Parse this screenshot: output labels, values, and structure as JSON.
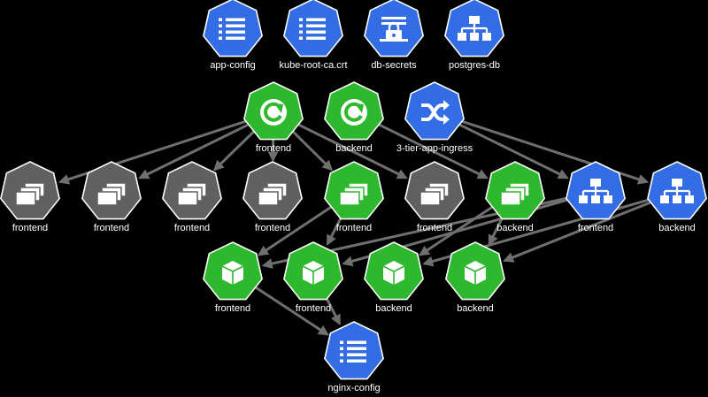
{
  "colors": {
    "background": "#000000",
    "blue": "#326de6",
    "green": "#2db82d",
    "gray": "#606060",
    "edge": "#6f6f6f",
    "label": "#ffffff"
  },
  "nodes": [
    {
      "id": "cm-app-config",
      "label": "app-config",
      "color": "blue",
      "icon": "configmap-icon"
    },
    {
      "id": "cm-kube-root",
      "label": "kube-root-ca.crt",
      "color": "blue",
      "icon": "configmap-icon"
    },
    {
      "id": "secret-db",
      "label": "db-secrets",
      "color": "blue",
      "icon": "secret-lock-icon"
    },
    {
      "id": "svc-postgres",
      "label": "postgres-db",
      "color": "blue",
      "icon": "service-icon"
    },
    {
      "id": "deploy-frontend",
      "label": "frontend",
      "color": "green",
      "icon": "deployment-cycle-icon"
    },
    {
      "id": "deploy-backend",
      "label": "backend",
      "color": "green",
      "icon": "deployment-cycle-icon"
    },
    {
      "id": "ingress-3tier",
      "label": "3-tier-app-ingress",
      "color": "blue",
      "icon": "ingress-shuffle-icon"
    },
    {
      "id": "rs-frontend-1",
      "label": "frontend",
      "color": "gray",
      "icon": "replicaset-icon"
    },
    {
      "id": "rs-frontend-2",
      "label": "frontend",
      "color": "gray",
      "icon": "replicaset-icon"
    },
    {
      "id": "rs-frontend-3",
      "label": "frontend",
      "color": "gray",
      "icon": "replicaset-icon"
    },
    {
      "id": "rs-frontend-4",
      "label": "frontend",
      "color": "gray",
      "icon": "replicaset-icon"
    },
    {
      "id": "rs-frontend-5",
      "label": "frontend",
      "color": "green",
      "icon": "replicaset-icon"
    },
    {
      "id": "rs-frontend-6",
      "label": "frontend",
      "color": "gray",
      "icon": "replicaset-icon"
    },
    {
      "id": "rs-backend",
      "label": "backend",
      "color": "green",
      "icon": "replicaset-icon"
    },
    {
      "id": "svc-frontend",
      "label": "frontend",
      "color": "blue",
      "icon": "service-icon"
    },
    {
      "id": "svc-backend",
      "label": "backend",
      "color": "blue",
      "icon": "service-icon"
    },
    {
      "id": "pod-frontend-1",
      "label": "frontend",
      "color": "green",
      "icon": "pod-cube-icon"
    },
    {
      "id": "pod-frontend-2",
      "label": "frontend",
      "color": "green",
      "icon": "pod-cube-icon"
    },
    {
      "id": "pod-backend-1",
      "label": "backend",
      "color": "green",
      "icon": "pod-cube-icon"
    },
    {
      "id": "pod-backend-2",
      "label": "backend",
      "color": "green",
      "icon": "pod-cube-icon"
    },
    {
      "id": "cm-nginx-config",
      "label": "nginx-config",
      "color": "blue",
      "icon": "configmap-icon"
    }
  ],
  "edges": [
    [
      "deploy-frontend",
      "rs-frontend-1"
    ],
    [
      "deploy-frontend",
      "rs-frontend-2"
    ],
    [
      "deploy-frontend",
      "rs-frontend-3"
    ],
    [
      "deploy-frontend",
      "rs-frontend-4"
    ],
    [
      "deploy-frontend",
      "rs-frontend-5"
    ],
    [
      "deploy-frontend",
      "rs-frontend-6"
    ],
    [
      "deploy-backend",
      "rs-backend"
    ],
    [
      "ingress-3tier",
      "svc-frontend"
    ],
    [
      "ingress-3tier",
      "svc-backend"
    ],
    [
      "rs-frontend-5",
      "pod-frontend-1"
    ],
    [
      "rs-frontend-5",
      "pod-frontend-2"
    ],
    [
      "rs-backend",
      "pod-backend-1"
    ],
    [
      "rs-backend",
      "pod-backend-2"
    ],
    [
      "svc-frontend",
      "pod-frontend-1"
    ],
    [
      "svc-frontend",
      "pod-frontend-2"
    ],
    [
      "svc-backend",
      "pod-backend-1"
    ],
    [
      "svc-backend",
      "pod-backend-2"
    ],
    [
      "pod-frontend-1",
      "cm-nginx-config"
    ],
    [
      "pod-frontend-2",
      "cm-nginx-config"
    ]
  ]
}
